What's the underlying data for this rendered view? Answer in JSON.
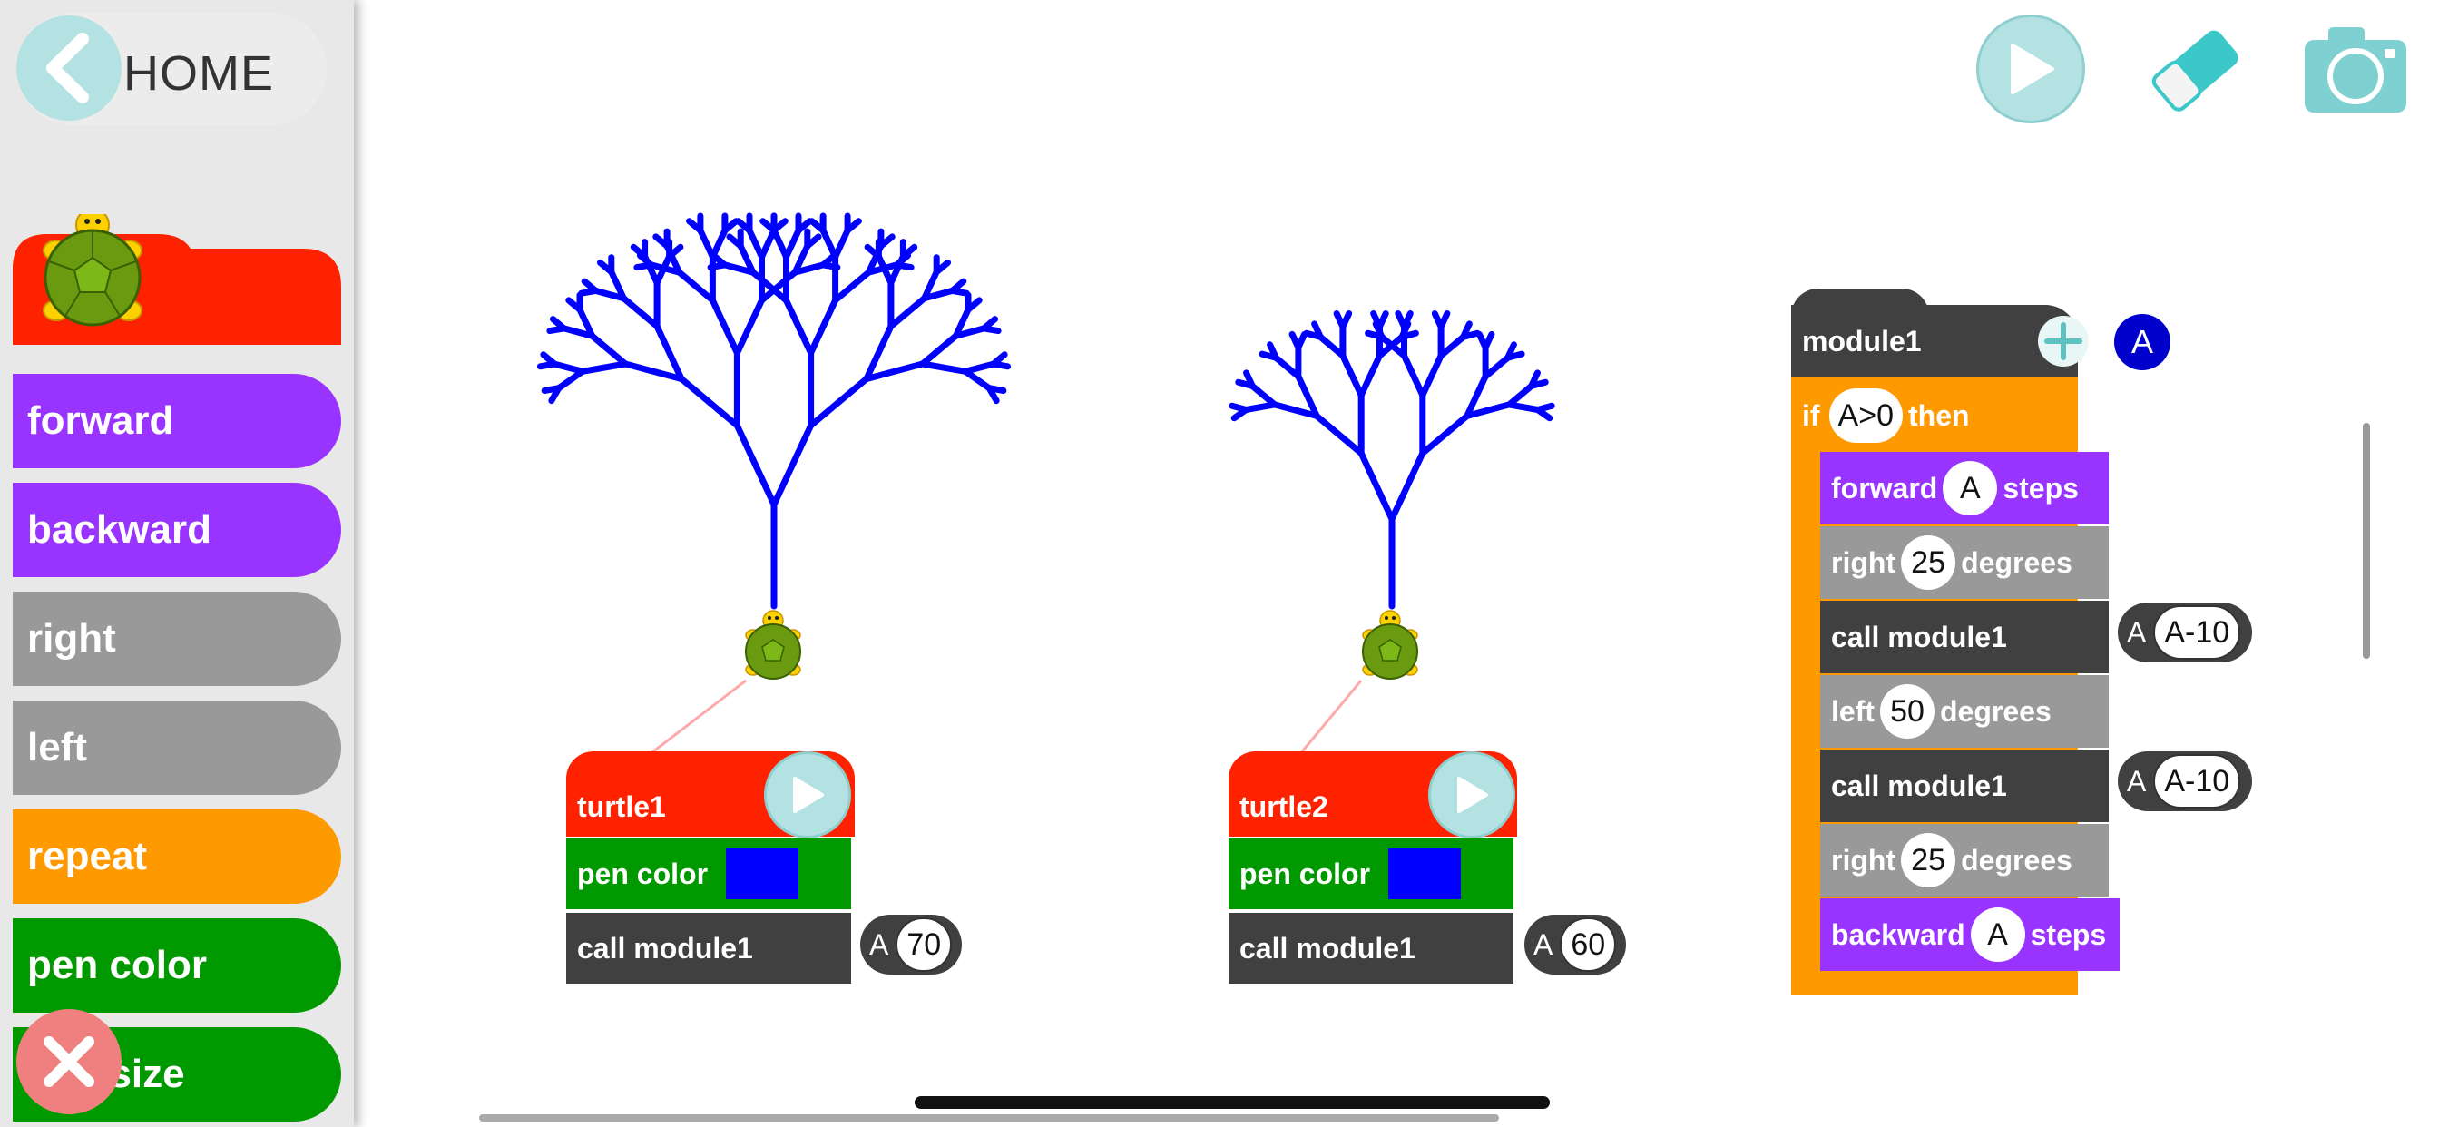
{
  "sidebar": {
    "home_label": "HOME",
    "palette": [
      {
        "label": "forward",
        "color": "#9933ff"
      },
      {
        "label": "backward",
        "color": "#9933ff"
      },
      {
        "label": "right",
        "color": "#999999"
      },
      {
        "label": "left",
        "color": "#999999"
      },
      {
        "label": "repeat",
        "color": "#ff9900"
      },
      {
        "label": "pen color",
        "color": "#009900"
      },
      {
        "label": "pen size",
        "color": "#009900"
      }
    ]
  },
  "toolbar": {
    "play_icon": "play-icon",
    "eraser_icon": "eraser-icon",
    "camera_icon": "camera-icon"
  },
  "turtles": [
    {
      "name": "turtle1",
      "pen_color_label": "pen color",
      "pen_color": "#0000ff",
      "call_label": "call  module1",
      "param_name": "A",
      "param_value": "70"
    },
    {
      "name": "turtle2",
      "pen_color_label": "pen color",
      "pen_color": "#0000ff",
      "call_label": "call  module1",
      "param_name": "A",
      "param_value": "60"
    }
  ],
  "module": {
    "name": "module1",
    "param_badge": "A",
    "if_label": "if",
    "if_condition": "A>0",
    "then_label": "then",
    "statements": [
      {
        "cmd": "forward",
        "arg": "A",
        "unit": "steps"
      },
      {
        "cmd": "right",
        "arg": "25",
        "unit": "degrees"
      },
      {
        "cmd": "call  module1",
        "param_name": "A",
        "param_value": "A-10"
      },
      {
        "cmd": "left",
        "arg": "50",
        "unit": "degrees"
      },
      {
        "cmd": "call  module1",
        "param_name": "A",
        "param_value": "A-10"
      },
      {
        "cmd": "right",
        "arg": "25",
        "unit": "degrees"
      },
      {
        "cmd": "backward",
        "arg": "A",
        "unit": "steps"
      }
    ]
  },
  "colors": {
    "tree_stroke": "#0000ff",
    "accent_teal": "#b4e1e1",
    "turtle_block": "#ff2200",
    "link_line": "#ffaaaa"
  }
}
